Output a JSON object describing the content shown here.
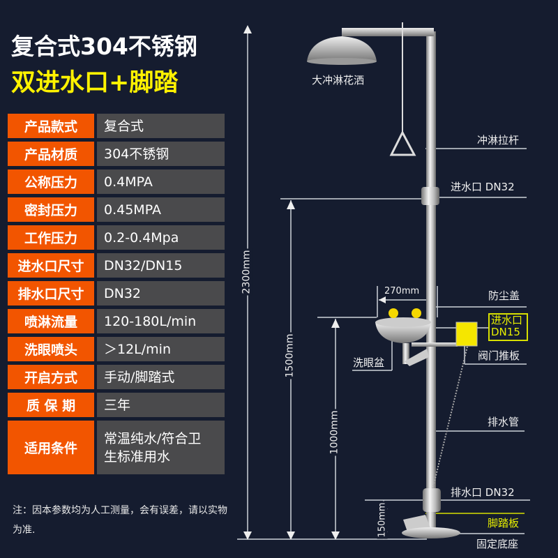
{
  "header": {
    "title": "复合式304不锈钢",
    "subtitle": "双进水口+脚踏"
  },
  "specs": [
    {
      "label": "产品款式",
      "value": "复合式"
    },
    {
      "label": "产品材质",
      "value": "304不锈钢"
    },
    {
      "label": "公称压力",
      "value": "0.4MPA"
    },
    {
      "label": "密封压力",
      "value": "0.45MPA"
    },
    {
      "label": "工作压力",
      "value": "0.2-0.4Mpa"
    },
    {
      "label": "进水口尺寸",
      "value": "DN32/DN15"
    },
    {
      "label": "排水口尺寸",
      "value": "DN32"
    },
    {
      "label": "喷淋流量",
      "value": "120-180L/min"
    },
    {
      "label": "洗眼喷头",
      "value": "＞12L/min"
    },
    {
      "label": "开启方式",
      "value": "手动/脚踏式"
    },
    {
      "label": "质 保 期",
      "value": "三年"
    },
    {
      "label": "适用条件",
      "value": "常温纯水/符合卫生标准用水"
    }
  ],
  "note": "注：因本参数均为人工测量，会有误差，请以实物为准.",
  "parts": {
    "shower": "大冲淋花洒",
    "pull_rod": "冲淋拉杆",
    "inlet_main": "进水口 DN32",
    "dust_cover": "防尘盖",
    "inlet_eye_1": "进水口",
    "inlet_eye_2": "DN15",
    "valve_plate": "阀门推板",
    "eye_bowl": "洗眼盆",
    "drain_pipe": "排水管",
    "drain_outlet": "排水口 DN32",
    "pedal": "脚踏板",
    "base": "固定底座"
  },
  "dimensions": {
    "total": "2300mm",
    "shower_height": "1500mm",
    "bowl_height": "1000mm",
    "pedal_height": "150mm",
    "bowl_width": "270mm"
  },
  "colors": {
    "background": "#151c2f",
    "label_bg": "#f25500",
    "value_bg": "#4a4a4c",
    "highlight": "#fff200"
  }
}
